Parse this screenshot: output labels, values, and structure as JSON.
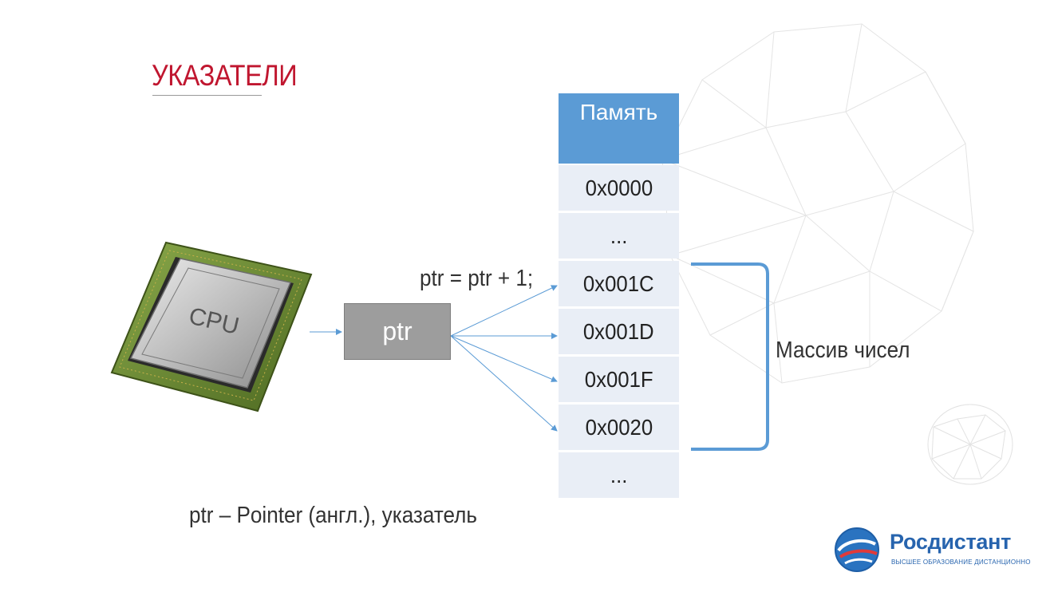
{
  "title": "УКАЗАТЕЛИ",
  "cpu": {
    "label": "CPU"
  },
  "ptr_box": {
    "label": "ptr"
  },
  "ptr_expression": "ptr = ptr + 1;",
  "memory": {
    "header": "Память",
    "cells": [
      "0x0000",
      "...",
      "0x001C",
      "0x001D",
      "0x001F",
      "0x0020",
      "..."
    ]
  },
  "array_label": "Массив чисел",
  "footnote": "ptr – Pointer (англ.), указатель",
  "logo": {
    "name": "Росдистант",
    "tagline": "ВЫСШЕЕ ОБРАЗОВАНИЕ ДИСТАНЦИОННО"
  },
  "colors": {
    "title": "#c0162f",
    "memory_header": "#5b9bd5",
    "memory_cell": "#e9eef6",
    "ptr_box": "#9d9d9d",
    "arrows": "#5b9bd5",
    "bracket": "#5b9bd5",
    "logo": "#2764ae"
  }
}
